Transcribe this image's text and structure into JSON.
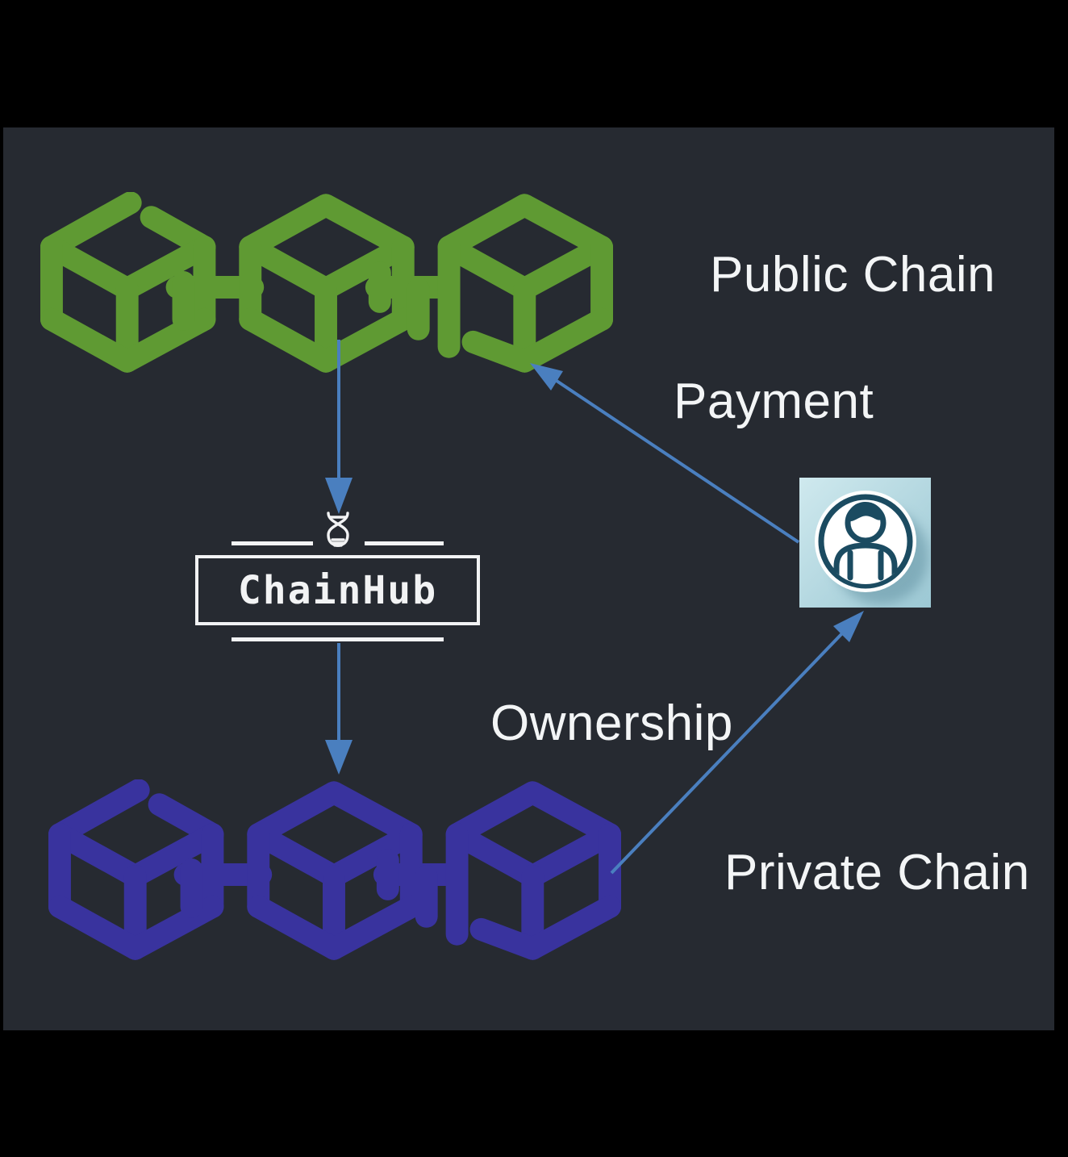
{
  "labels": {
    "public_chain": "Public Chain",
    "payment": "Payment",
    "ownership": "Ownership",
    "private_chain": "Private Chain",
    "hub": "ChainHub"
  },
  "icons": {
    "public_chain_icon": "blockchain-cubes-green",
    "private_chain_icon": "blockchain-cubes-purple",
    "hub_icon": "dna-icon",
    "user_icon": "person-avatar"
  },
  "arrows": [
    {
      "name": "public-to-hub",
      "from": "public-chain",
      "to": "chainhub"
    },
    {
      "name": "hub-to-private",
      "from": "chainhub",
      "to": "private-chain"
    },
    {
      "name": "payment",
      "from": "user",
      "to": "public-chain",
      "label": "Payment"
    },
    {
      "name": "ownership",
      "from": "private-chain",
      "to": "user",
      "label": "Ownership"
    }
  ],
  "colors": {
    "page_bg": "#000000",
    "panel_bg": "#262a31",
    "chain_green": "#5f9a33",
    "chain_purple": "#39339e",
    "arrow_blue": "#4a7fbf",
    "text_white": "#f3f5f6",
    "box_white": "#f2f3f4",
    "icon_navy": "#1b4b61",
    "icon_bg_light": "#cfe9ee",
    "icon_bg_dark": "#9cc8d4"
  }
}
